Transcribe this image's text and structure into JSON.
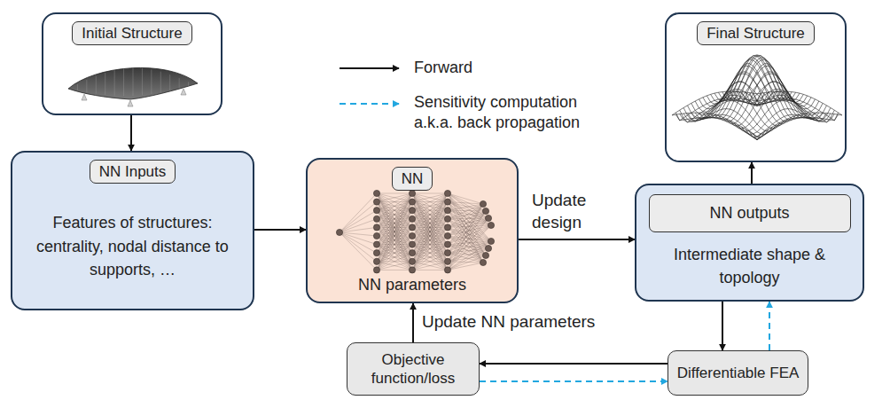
{
  "diagram": {
    "nodes": [
      {
        "text": [
          "Initial Structure"
        ]
      },
      {
        "text": [
          "NN Inputs",
          "Features of structures: centrality, nodal distance to supports, …"
        ]
      },
      {
        "text": [
          "NN",
          "NN parameters"
        ]
      },
      {
        "text": [
          "Final Structure"
        ]
      },
      {
        "text": [
          "NN outputs",
          "Intermediate shape & topology"
        ]
      },
      {
        "text": [
          "Objective function/loss"
        ]
      },
      {
        "text": [
          "Differentiable FEA"
        ]
      }
    ],
    "edges": [
      {
        "from": 0,
        "to": 1,
        "arrow": "to"
      },
      {
        "from": 1,
        "to": 2,
        "arrow": "to"
      },
      {
        "from": 2,
        "to": 4,
        "label": "Update design",
        "arrow": "to"
      },
      {
        "from": 4,
        "to": 3,
        "arrow": "to"
      },
      {
        "from": 4,
        "to": 6,
        "arrow": "to"
      },
      {
        "from": 6,
        "to": 5,
        "arrow": "to"
      },
      {
        "from": 5,
        "to": 2,
        "label": "Update NN parameters",
        "arrow": "to"
      },
      {
        "from": 6,
        "to": 4,
        "arrow": "to"
      },
      {
        "from": 5,
        "to": 6,
        "arrow": "to"
      }
    ],
    "legend": [
      {
        "text": "Forward"
      },
      {
        "text": "Sensitivity computation a.k.a. back propagation"
      }
    ]
  }
}
